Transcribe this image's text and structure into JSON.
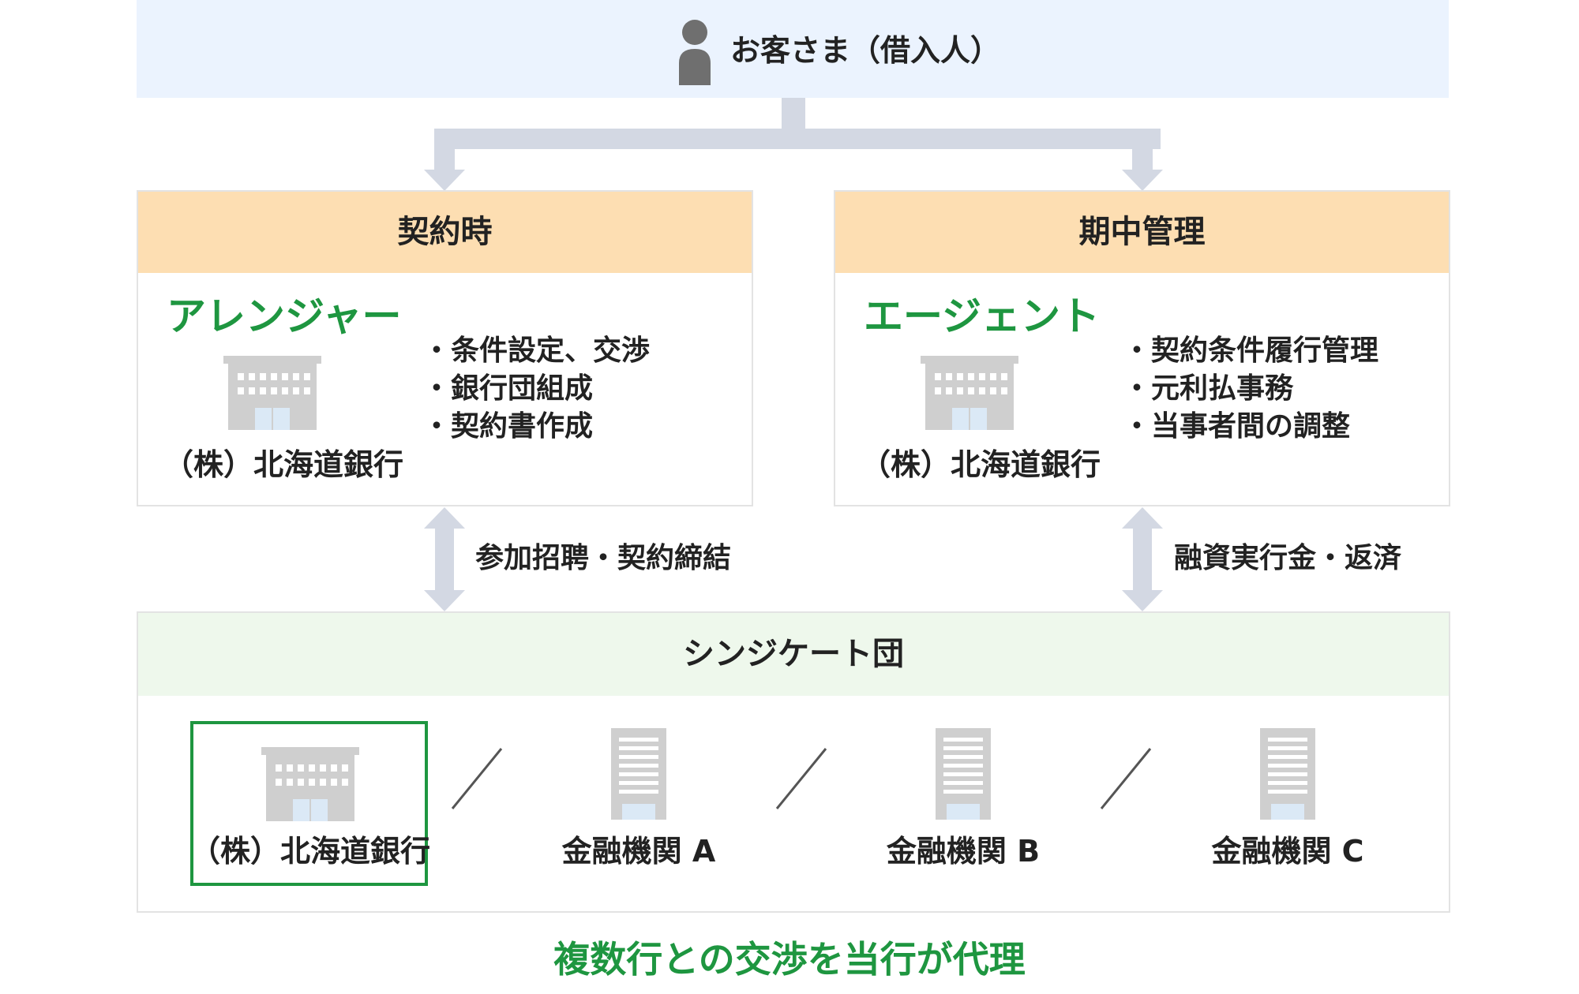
{
  "customer": {
    "label": "お客さま（借入人）",
    "icon": "person-icon"
  },
  "contract": {
    "header": "契約時",
    "role": "アレンジャー",
    "company": "（株）北海道銀行",
    "icon": "bank-building-icon",
    "duties": [
      "・条件設定、交渉",
      "・銀行団組成",
      "・契約書作成"
    ]
  },
  "management": {
    "header": "期中管理",
    "role": "エージェント",
    "company": "（株）北海道銀行",
    "icon": "bank-building-icon",
    "duties": [
      "・契約条件履行管理",
      "・元利払事務",
      "・当事者間の調整"
    ]
  },
  "arrows": {
    "left_label": "参加招聘・契約締結",
    "right_label": "融資実行金・返済"
  },
  "syndicate": {
    "header": "シンジケート団",
    "members": [
      {
        "label": "（株）北海道銀行",
        "icon": "bank-building-icon",
        "highlighted": true
      },
      {
        "label": "金融機関 A",
        "icon": "office-tower-icon"
      },
      {
        "label": "金融機関 B",
        "icon": "office-tower-icon"
      },
      {
        "label": "金融機関 C",
        "icon": "office-tower-icon"
      }
    ]
  },
  "footer": {
    "caption": "複数行との交渉を当行が代理"
  },
  "colors": {
    "accent_green": "#1e9640",
    "header_orange": "#fddeb2",
    "customer_band": "#ebf3fe",
    "syndicate_band": "#eef8ec",
    "arrow_gray": "#d3d8e3"
  }
}
